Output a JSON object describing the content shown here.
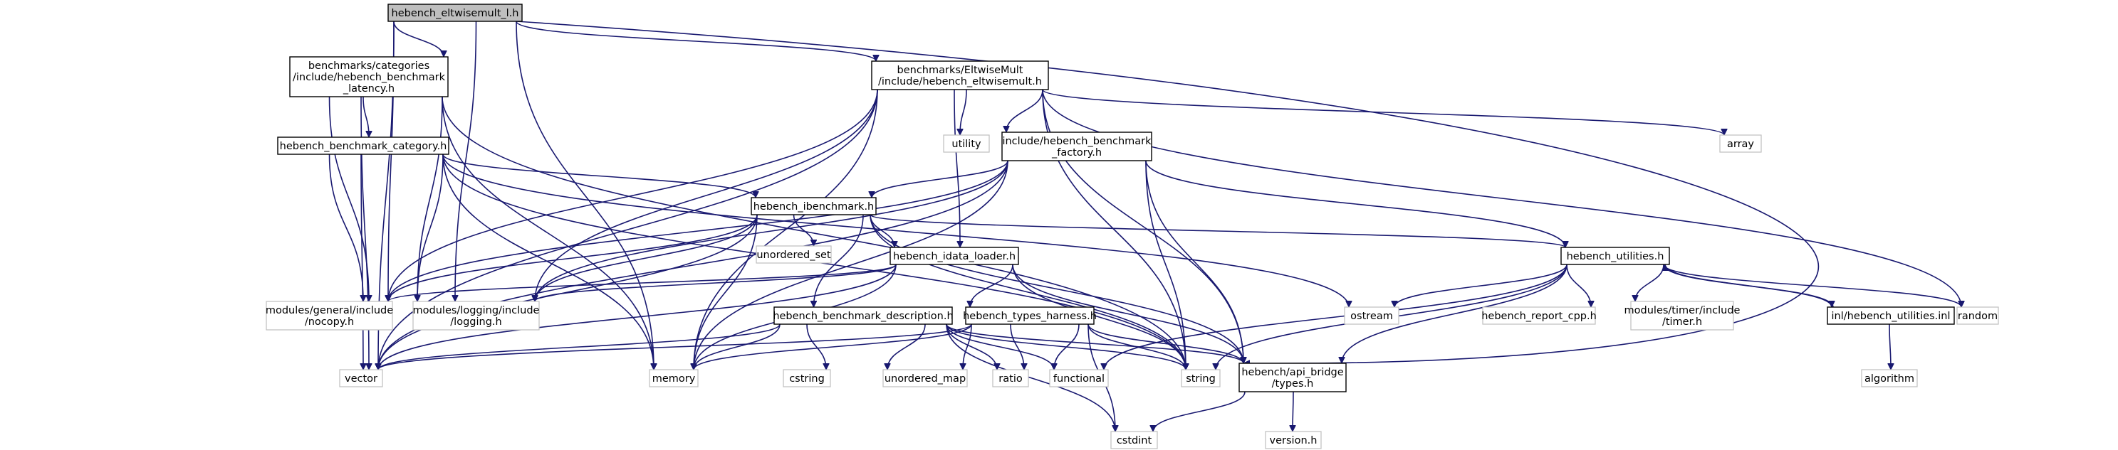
{
  "nodes": {
    "root": [
      "hebench_eltwisemult_l.h"
    ],
    "latency": [
      "benchmarks/categories",
      "/include/hebench_benchmark",
      "_latency.h"
    ],
    "eltwisemult": [
      "benchmarks/EltwiseMult",
      "/include/hebench_eltwisemult.h"
    ],
    "category": [
      "hebench_benchmark_category.h"
    ],
    "factory": [
      "include/hebench_benchmark",
      "_factory.h"
    ],
    "utility": [
      "utility"
    ],
    "array": [
      "array"
    ],
    "ibenchmark": [
      "hebench_ibenchmark.h"
    ],
    "unordered_set": [
      "unordered_set"
    ],
    "idata_loader": [
      "hebench_idata_loader.h"
    ],
    "utilities": [
      "hebench_utilities.h"
    ],
    "nocopy": [
      "modules/general/include",
      "/nocopy.h"
    ],
    "logging": [
      "modules/logging/include",
      "/logging.h"
    ],
    "ostream": [
      "ostream"
    ],
    "report_cpp": [
      "hebench_report_cpp.h"
    ],
    "timer": [
      "modules/timer/include",
      "/timer.h"
    ],
    "utilities_inl": [
      "inl/hebench_utilities.inl"
    ],
    "random": [
      "random"
    ],
    "description": [
      "hebench_benchmark_description.h"
    ],
    "types_harness": [
      "hebench_types_harness.h"
    ],
    "vector": [
      "vector"
    ],
    "memory": [
      "memory"
    ],
    "cstring": [
      "cstring"
    ],
    "unordered_map": [
      "unordered_map"
    ],
    "ratio": [
      "ratio"
    ],
    "functional": [
      "functional"
    ],
    "string": [
      "string"
    ],
    "api_types": [
      "hebench/api_bridge",
      "/types.h"
    ],
    "algorithm": [
      "algorithm"
    ],
    "cstdint": [
      "cstdint"
    ],
    "version": [
      "version.h"
    ]
  }
}
